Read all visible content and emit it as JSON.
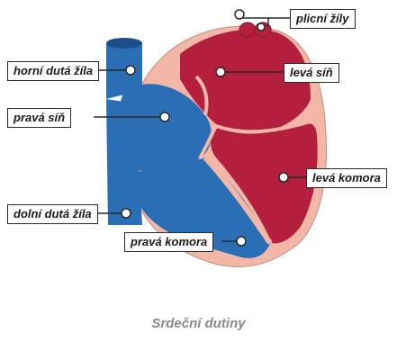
{
  "labels": {
    "pulmonary_veins": "plicní žíly",
    "superior_vena_cava": "horní dutá žíla",
    "left_atrium": "levá síň",
    "right_atrium": "pravá síň",
    "left_ventricle": "levá komora",
    "inferior_vena_cava": "dolní dutá žíla",
    "right_ventricle": "pravá komora"
  },
  "caption": "Srdeční dutiny",
  "colors": {
    "oxygenated": "#b51f3e",
    "deoxygenated": "#2a6eb5",
    "muscle": "#f2b7a6",
    "outline": "#2a2a2a"
  }
}
